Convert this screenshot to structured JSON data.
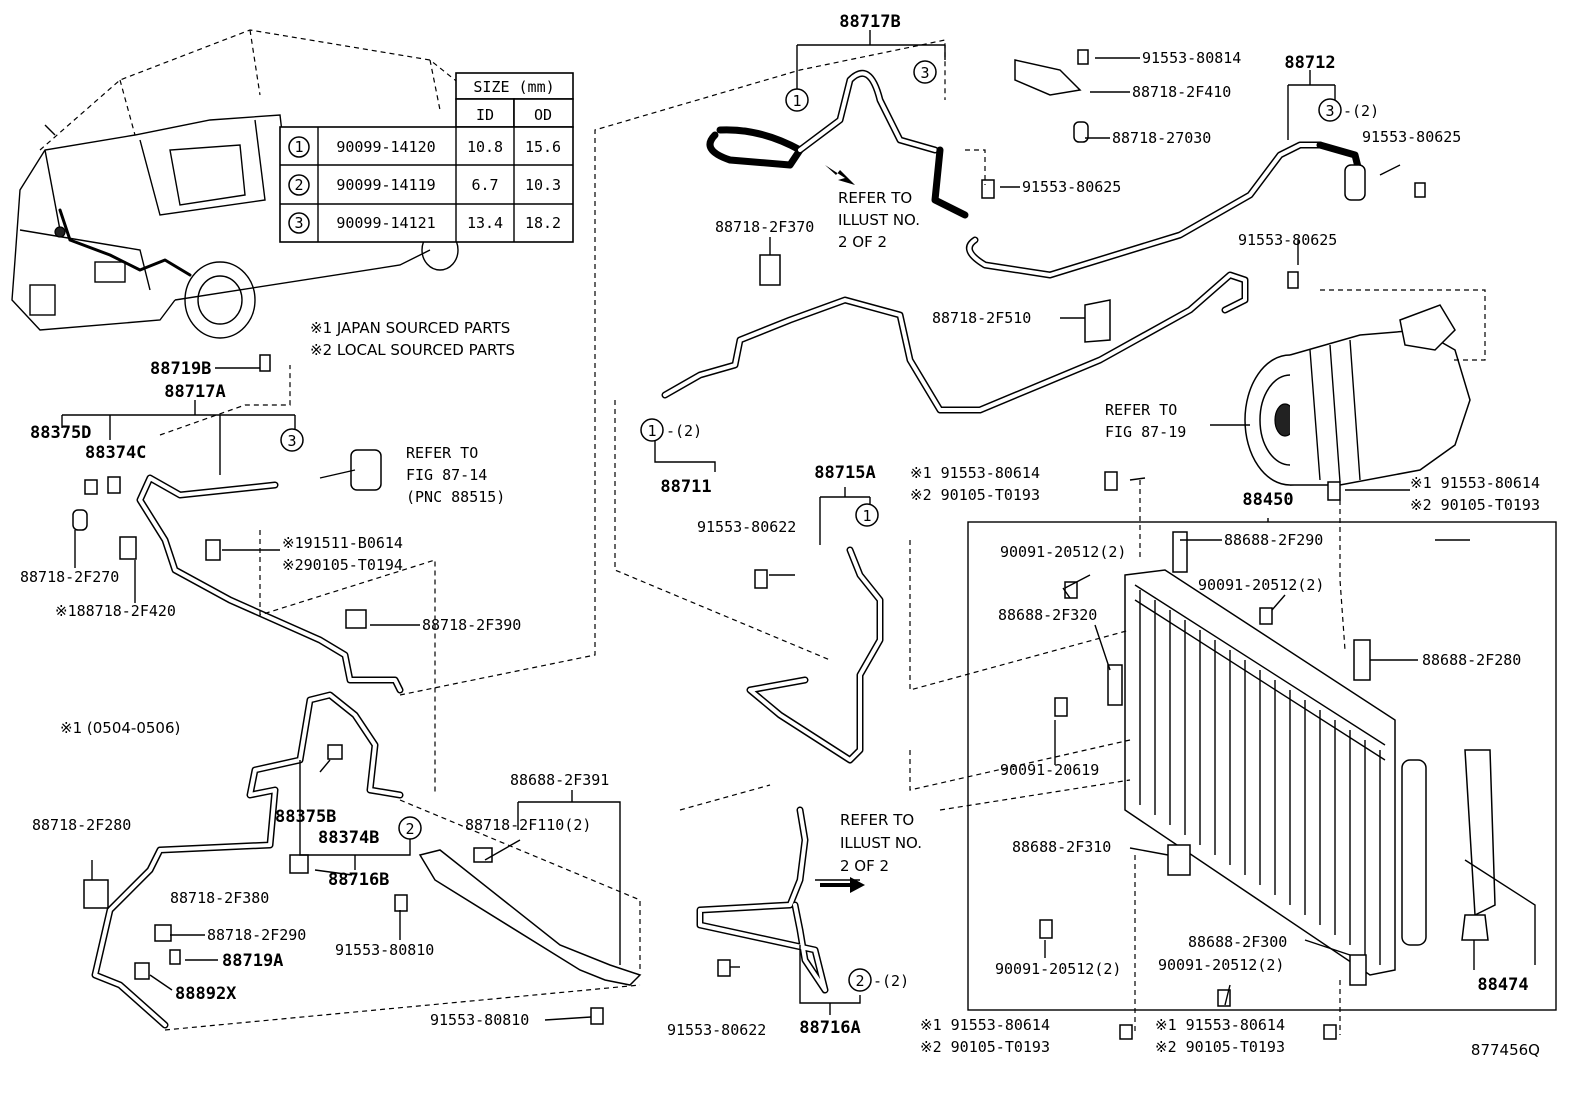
{
  "figure_number": "877456Q",
  "notes": {
    "japan": "※1 JAPAN SOURCED PARTS",
    "local": "※2 LOCAL SOURCED PARTS",
    "date_range": "※1 (0504-0506)"
  },
  "size_table": {
    "header": "SIZE (mm)",
    "col_id": "ID",
    "col_od": "OD",
    "rows": [
      {
        "num": "1",
        "part": "90099-14120",
        "id": "10.8",
        "od": "15.6"
      },
      {
        "num": "2",
        "part": "90099-14119",
        "id": "6.7",
        "od": "10.3"
      },
      {
        "num": "3",
        "part": "90099-14121",
        "id": "13.4",
        "od": "18.2"
      }
    ]
  },
  "refer": {
    "ill_top": [
      "REFER TO",
      "ILLUST NO.",
      "2 OF 2"
    ],
    "ill_bottom": [
      "REFER TO",
      "ILLUST NO.",
      "2 OF 2"
    ],
    "fig_87_14": [
      "REFER TO",
      "FIG 87-14",
      "(PNC 88515)"
    ],
    "fig_87_19": [
      "REFER TO",
      "FIG 87-19"
    ]
  },
  "circles": {
    "one": "1",
    "two": "2",
    "three": "3",
    "suffix_2": "-(2)"
  },
  "labels": {
    "p88717B": "88717B",
    "p88712": "88712",
    "p91553_80814": "91553-80814",
    "p88718_2F410": "88718-2F410",
    "p88718_27030": "88718-27030",
    "p91553_80625_a": "91553-80625",
    "p91553_80625_b": "91553-80625",
    "p91553_80625_c": "91553-80625",
    "p88718_2F370": "88718-2F370",
    "p88718_2F510": "88718-2F510",
    "p88711": "88711",
    "p88715A": "88715A",
    "p91553_80622_a": "91553-80622",
    "p91553_80622_b": "91553-80622",
    "p88450": "88450",
    "p88688_2F290": "88688-2F290",
    "p90091_20512_a": "90091-20512(2)",
    "p90091_20512_b": "90091-20512(2)",
    "p90091_20512_c": "90091-20512(2)",
    "p90091_20512_d": "90091-20512(2)",
    "p88688_2F320": "88688-2F320",
    "p88688_2F280": "88688-2F280",
    "p90091_20619": "90091-20619",
    "p88688_2F310": "88688-2F310",
    "p88688_2F300": "88688-2F300",
    "p88474": "88474",
    "p88719B": "88719B",
    "p88717A": "88717A",
    "p88375D": "88375D",
    "p88374C": "88374C",
    "p88718_2F270": "88718-2F270",
    "p88718_2F420": "※188718-2F420",
    "p91511_B0614": "※191511-B0614",
    "p90105_T0194": "※290105-T0194",
    "p88718_2F390": "88718-2F390",
    "p88718_2F280": "88718-2F280",
    "p88375B": "88375B",
    "p88374B": "88374B",
    "p88716B": "88716B",
    "p88718_2F380": "88718-2F380",
    "p88718_2F290": "88718-2F290",
    "p88719A": "88719A",
    "p88892X": "88892X",
    "p91553_80810_a": "91553-80810",
    "p91553_80810_b": "91553-80810",
    "p88688_2F391": "88688-2F391",
    "p88718_2F110": "88718-2F110(2)",
    "p88716A": "88716A",
    "mid_a1": "※1 91553-80614",
    "mid_a2": "※2 90105-T0193",
    "right_a1": "※1 91553-80614",
    "right_a2": "※2 90105-T0193",
    "bot_l1": "※1 91553-80614",
    "bot_l2": "※2 90105-T0193",
    "bot_r1": "※1 91553-80614",
    "bot_r2": "※2 90105-T0193"
  }
}
